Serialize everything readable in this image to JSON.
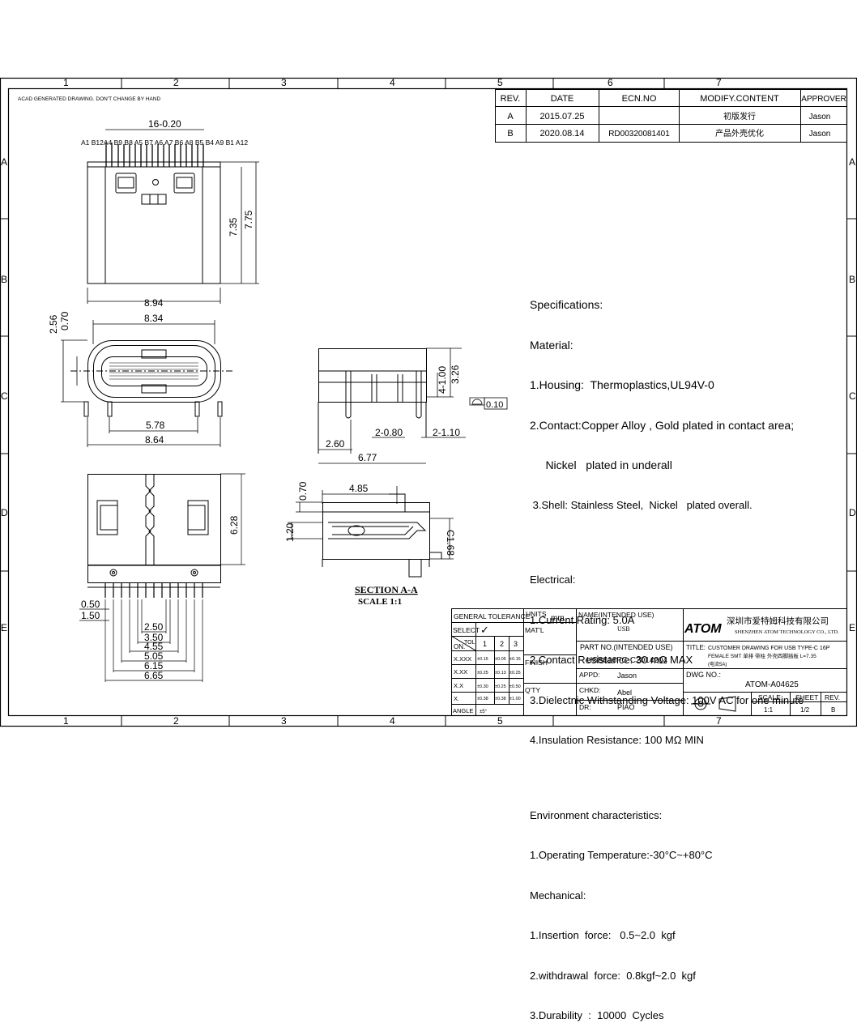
{
  "zones": {
    "columns": [
      "1",
      "2",
      "3",
      "4",
      "5",
      "6",
      "7"
    ],
    "rows": [
      "A",
      "B",
      "C",
      "D",
      "E"
    ]
  },
  "note": "ACAD GENERATED DRAWING. DON'T CHANGE BY HAND",
  "revision_table": {
    "headers": [
      "REV.",
      "DATE",
      "ECN.NO",
      "MODIFY.CONTENT",
      "APPROVER"
    ],
    "rows": [
      [
        "A",
        "2015.07.25",
        "",
        "初版发行",
        "Jason"
      ],
      [
        "B",
        "2020.08.14",
        "RD00320081401",
        "产品外壳优化",
        "Jason"
      ]
    ]
  },
  "dims": {
    "pitch": "16-0.20",
    "pins": "A1 B12A4 B9 B8 A5 B7 A6 A7 B6 A8 B5 B4 A9 B1 A12",
    "h735": "7.35",
    "h775": "7.75",
    "w894": "8.94",
    "w834": "8.34",
    "d256": "2.56",
    "d070": "0.70",
    "w578": "5.78",
    "w864": "8.64",
    "s4100": "4-1.00",
    "s326": "3.26",
    "s010": "0.10",
    "s260": "2.60",
    "s2080": "2-0.80",
    "s2110": "2-1.10",
    "s677": "6.77",
    "x485": "4.85",
    "x070": "0.70",
    "x120": "1.20",
    "xc168": "C1.68",
    "h628": "6.28",
    "b050": "0.50",
    "b150": "1.50",
    "b250": "2.50",
    "b350": "3.50",
    "b455": "4.55",
    "b505": "5.05",
    "b615": "6.15",
    "b665": "6.65"
  },
  "section": {
    "title": "SECTION A-A",
    "scale": "SCALE 1:1"
  },
  "specs": [
    "Specifications:",
    "Material:",
    "1.Housing:  Thermoplastics,UL94V-0",
    "2.Contact:Copper Alloy , Gold plated in contact area;",
    "     Nickel   plated in underall",
    " 3.Shell: Stainless Steel,  Nickel   plated overall.",
    "",
    "Electrical:",
    "1.Current Rating: 5.0A",
    "2.Contact Resistance: 30 mΩ MAX",
    "3.Dielectnic Withstanding Voltage: 100V AC for one minute",
    "4.Insulation Resistance: 100 MΩ MIN",
    "",
    "Environment characteristics:",
    "1.Operating Temperature:-30°C~+80°C",
    "Mechanical:",
    "1.Insertion  force:   0.5~2.0  kgf",
    "2.withdrawal  force:  0.8kgf~2.0  kgf",
    "3.Durability  :  10000  Cycles"
  ],
  "title_block": {
    "general_tolerance": "GENERAL TOLERANCE",
    "select": "SELECT",
    "check": "✓",
    "tol": "TOL",
    "on": "ON.",
    "cols": [
      "1",
      "2",
      "3"
    ],
    "tol_rows": [
      [
        "X.XXX",
        "±0.15",
        "±0.05",
        "±0.15"
      ],
      [
        "X.XX",
        "±0.25",
        "±0.13",
        "±0.25"
      ],
      [
        "X.X",
        "±0.30",
        "±0.25",
        "±0.50"
      ],
      [
        "X.",
        "±0.38",
        "±0.38",
        "±1.00"
      ],
      [
        "ANGLE",
        "±5°",
        "",
        ""
      ]
    ],
    "units": "UNITS",
    "mm": "mm",
    "matl": "MAT'L",
    "finish": "FINISH",
    "qty": "Q'TY",
    "name_label": "NAME(INTENDED USE)",
    "name_value": "USB",
    "part_label": "PART NO.(INTENDED USE)",
    "part_value": "USB616FC-C2014204",
    "appd_label": "APPD:",
    "appd_value": "Jason",
    "chkd_label": "CHKD:",
    "chkd_value": "Abel",
    "dr_label": "DR:",
    "dr_value": "PIAO",
    "logo": "ATOM",
    "company_cn": "深圳市爱特姆科技有限公司",
    "company_en": "SHENZHEN ATOM TECHNOLOGY CO., LTD.",
    "title_label": "TITLE:",
    "title_l1": "CUSTOMER DRAWING FOR USB TYPE-C 16P",
    "title_l2": "FEMALE SMT 单排 带柱 外壳四脚插板 L=7.35",
    "title_l3": "(电流5A)",
    "dwg_label": "DWG NO.:",
    "dwg_value": "ATOM-A04625",
    "scale_label": "SCALE",
    "scale_value": "1:1",
    "sheet_label": "SHEET",
    "sheet_value": "1/2",
    "rev_label": "REV.",
    "rev_value": "B"
  }
}
